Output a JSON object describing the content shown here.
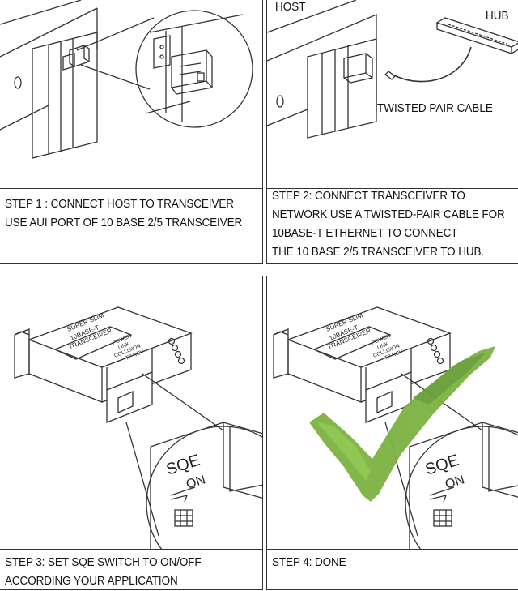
{
  "panel1": {
    "caption": [
      "STEP 1 : CONNECT HOST TO TRANSCEIVER",
      "USE AUI PORT OF 10 BASE 2/5 TRANSCEIVER"
    ]
  },
  "panel2": {
    "host_label": "HOST",
    "hub_label": "HUB",
    "cable_label": "TWISTED PAIR CABLE",
    "caption": [
      "STEP 2: CONNECT TRANSCEIVER TO",
      "NETWORK USE A TWISTED-PAIR CABLE FOR",
      "10BASE-T ETHERNET TO CONNECT",
      "THE 10 BASE 2/5 TRANSCEIVER TO HUB."
    ]
  },
  "panel3": {
    "caption": [
      "STEP 3:  SET SQE SWITCH TO ON/OFF",
      "ACCORDING YOUR APPLICATION"
    ]
  },
  "panel4": {
    "caption": [
      "STEP 4: DONE"
    ]
  },
  "device": {
    "name_lines": [
      "SUPER SLIM",
      "10BASE-T",
      "TRANSCEIVER"
    ],
    "led_labels": [
      "POWER",
      "LINK",
      "COLLISION",
      "TP RCV"
    ],
    "sqe": "SQE",
    "on": "ON"
  },
  "colors": {
    "check": "#7cb342",
    "line": "#333333"
  }
}
